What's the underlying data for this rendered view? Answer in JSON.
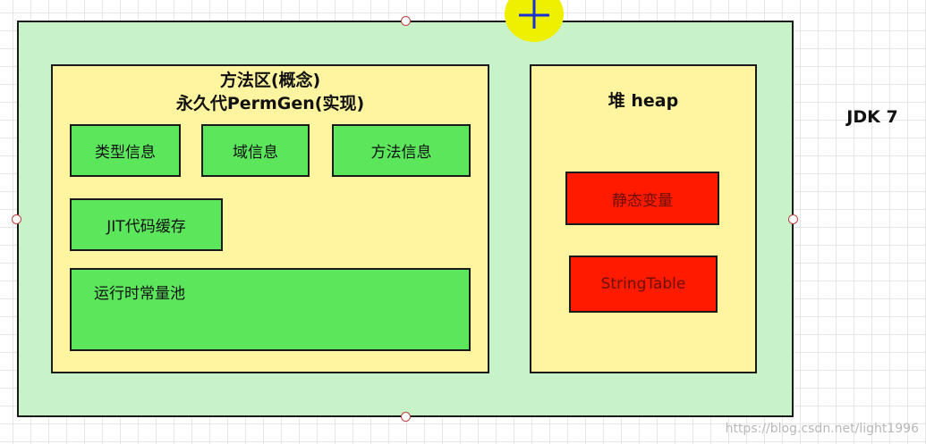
{
  "diagram": {
    "method_area": {
      "title_line1": "方法区(概念)",
      "title_line2": "永久代PermGen(实现)",
      "boxes": {
        "type_info": "类型信息",
        "domain_info": "域信息",
        "method_info": "方法信息",
        "jit_cache": "JIT代码缓存",
        "runtime_constant_pool": "运行时常量池"
      }
    },
    "heap": {
      "title": "堆 heap",
      "boxes": {
        "static_vars": "静态变量",
        "string_table": "StringTable"
      }
    },
    "version_label": "JDK 7"
  },
  "watermark": "https://blog.csdn.net/light1996",
  "colors": {
    "outer_fill": "#c8f2c8",
    "area_fill": "#fff5a0",
    "green_box": "#5ce65c",
    "red_box": "#ff1a00",
    "cursor_highlight": "#eef000",
    "crosshair": "#1a2fd6"
  },
  "icons": [
    "crosshair-cursor-icon"
  ]
}
